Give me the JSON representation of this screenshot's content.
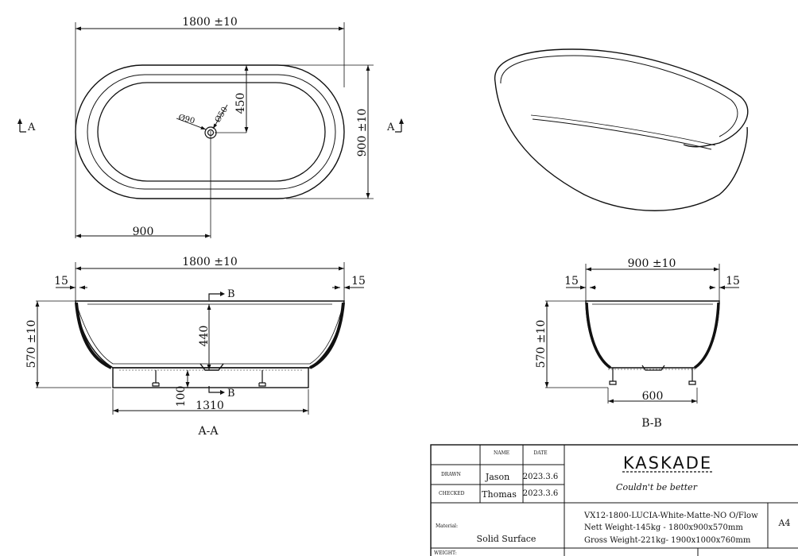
{
  "top_view": {
    "overall_length": "1800 ±10",
    "overall_width": "900 ±10",
    "drain_offset_x": "900",
    "drain_offset_y": "450",
    "drain_outer": "Ø90",
    "drain_inner": "Ø50",
    "section_mark_left": "A",
    "section_mark_right": "A"
  },
  "section_a": {
    "length": "1800 ±10",
    "rim_left": "15",
    "rim_right": "15",
    "height": "570 ±10",
    "depth": "440",
    "base_height": "100",
    "base_length": "1310",
    "cut_top": "B",
    "cut_bottom": "B",
    "title": "A-A"
  },
  "section_b": {
    "width": "900 ±10",
    "rim_left": "15",
    "rim_right": "15",
    "height": "570 ±10",
    "base_width": "600",
    "title": "B-B"
  },
  "title_block": {
    "col_name": "NAME",
    "col_date": "DATE",
    "row_drawn": "DRAWN",
    "row_checked": "CHECKED",
    "drawn_name": "Jason",
    "drawn_date": "2023.3.6",
    "checked_name": "Thomas",
    "checked_date": "2023.3.6",
    "logo": "KASKADE",
    "slogan": "Couldn't be better",
    "material_label": "Material:",
    "material": "Solid Surface",
    "model": "VX12-1800-LUCIA-White-Matte-NO O/Flow",
    "nett_weight": "Nett Weight-145kg - 1800x900x570mm",
    "gross_weight": "Gross Weight-221kg- 1900x1000x760mm",
    "sheet_size": "A4",
    "weight_label": "WEIGHT:"
  }
}
